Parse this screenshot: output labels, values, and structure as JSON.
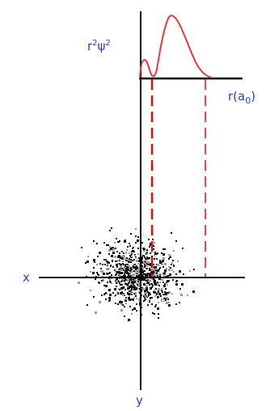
{
  "labels": {
    "y_axis_prefix": "r",
    "y_axis_exp1": "2",
    "y_axis_psi": "ψ",
    "y_axis_exp2": "2",
    "x_axis_label": "r(a",
    "x_axis_sub": "0",
    "x_axis_close": ")",
    "horizontal_axis": "x",
    "vertical_axis": "y"
  },
  "colors": {
    "axis": "#000000",
    "curve": "#e83a3a",
    "guide": "#e01010",
    "text": "#2a3fd6",
    "dots_dark": "#111111",
    "dots_light": "#9a9a9a"
  }
}
